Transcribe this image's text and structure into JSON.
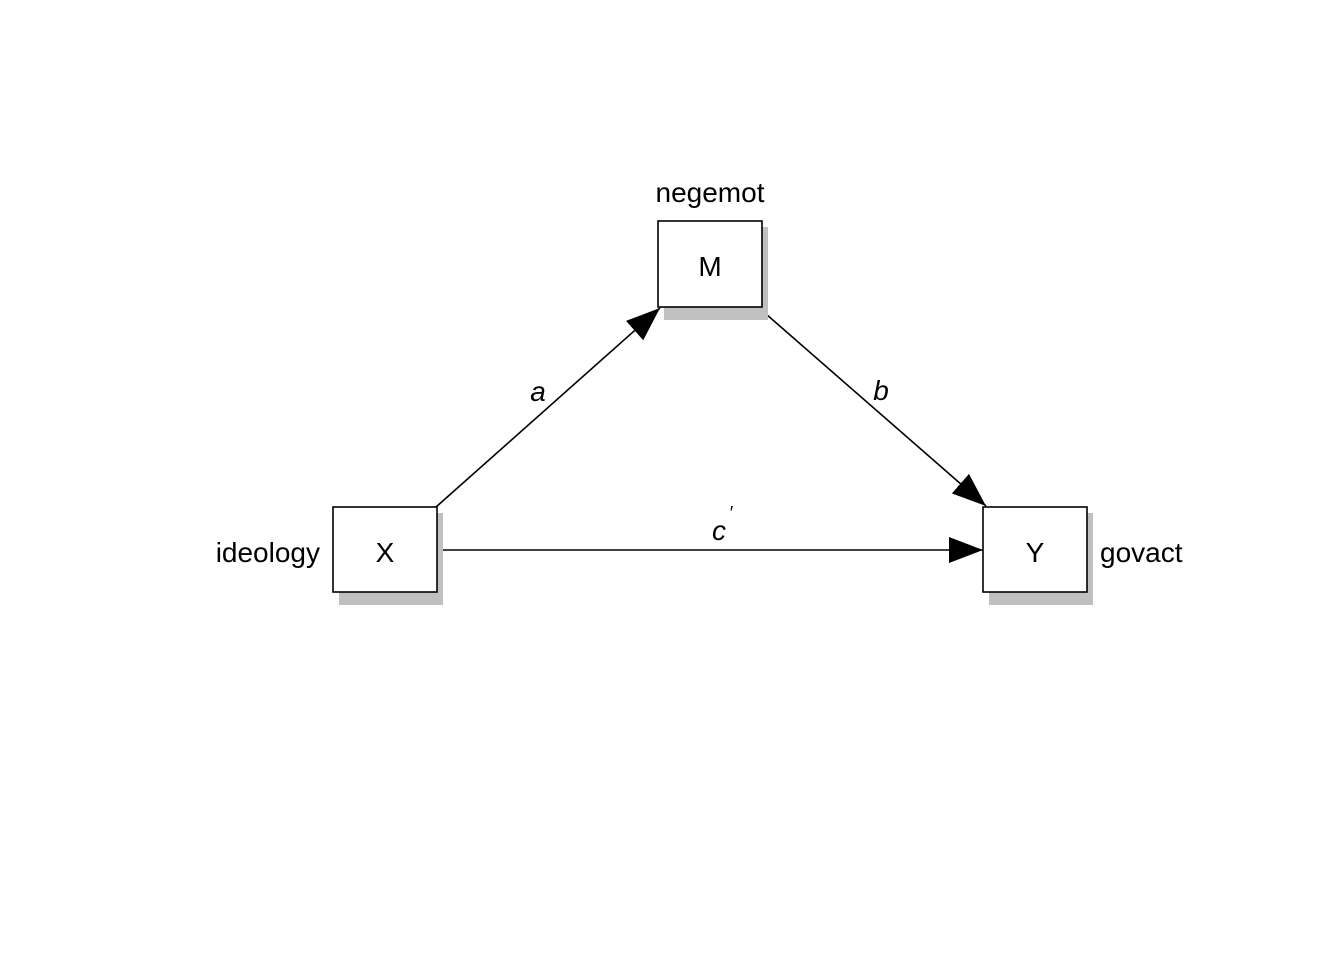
{
  "diagram": {
    "nodes": {
      "x": {
        "symbol": "X",
        "variable": "ideology"
      },
      "m": {
        "symbol": "M",
        "variable": "negemot"
      },
      "y": {
        "symbol": "Y",
        "variable": "govact"
      }
    },
    "paths": {
      "a": {
        "label": "a"
      },
      "b": {
        "label": "b"
      },
      "c_prime": {
        "label": "c",
        "prime": "′"
      }
    },
    "colors": {
      "box_fill": "#ffffff",
      "box_stroke": "#000000",
      "shadow": "#c0c0c0",
      "line": "#000000"
    }
  }
}
